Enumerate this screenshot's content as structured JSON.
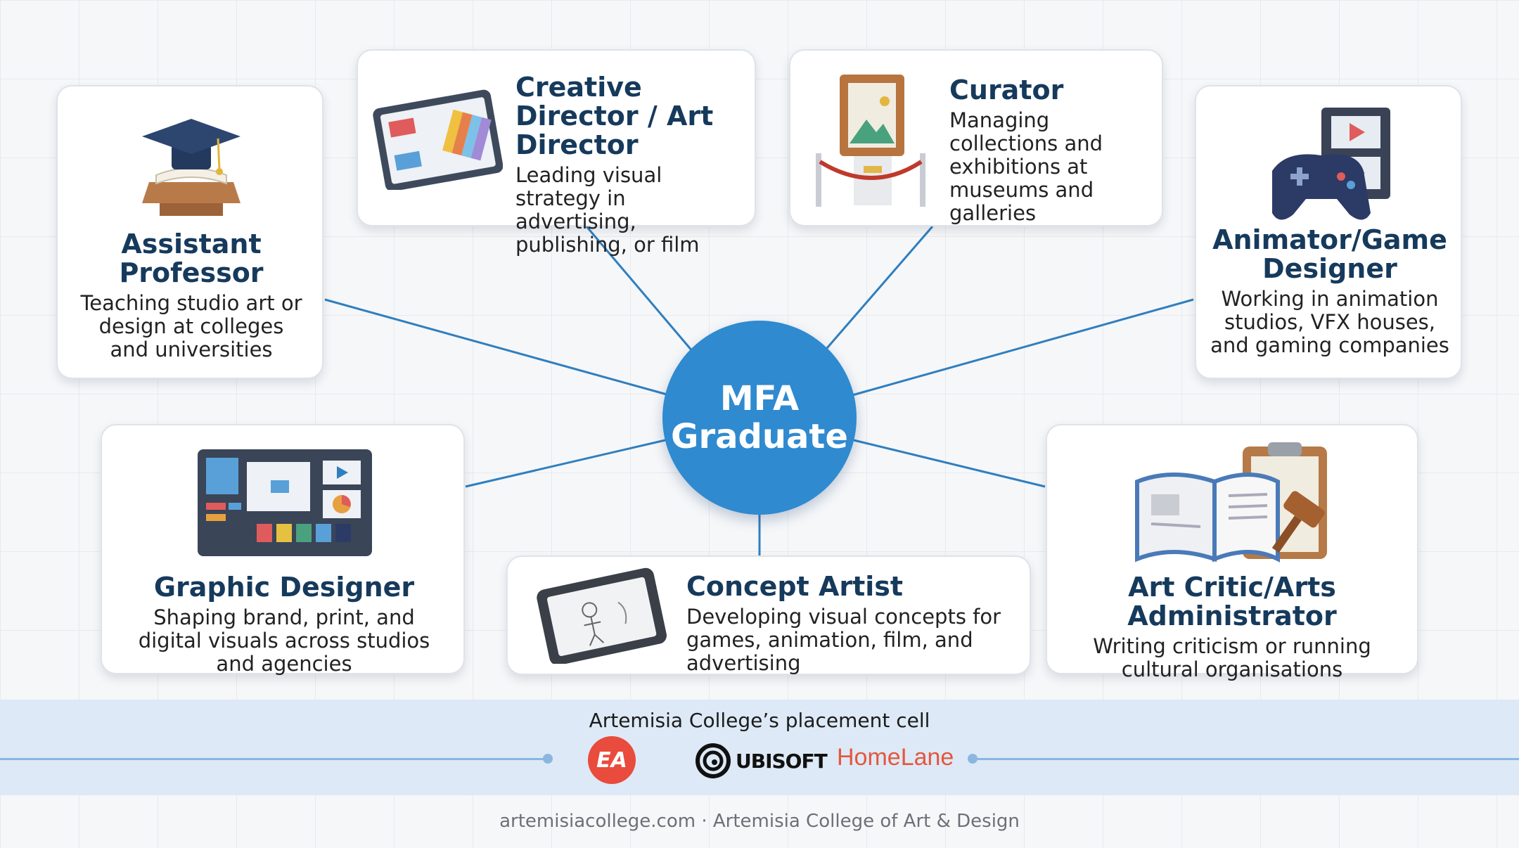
{
  "hub": {
    "line1": "MFA",
    "line2": "Graduate"
  },
  "cards": {
    "assistant_professor": {
      "title": "Assistant Professor",
      "desc": "Teaching studio art or design at colleges and universities",
      "icon": "graduation-cap-icon"
    },
    "creative_director": {
      "title": "Creative Director / Art Director",
      "desc": "Leading visual strategy in advertising, publishing, or film",
      "icon": "color-swatch-tablet-icon"
    },
    "curator": {
      "title": "Curator",
      "desc": "Managing collections and exhibitions at museums and galleries",
      "icon": "framed-painting-icon"
    },
    "animator": {
      "title": "Animator/Game Designer",
      "desc": "Working in animation studios, VFX houses, and gaming companies",
      "icon": "game-controller-film-icon"
    },
    "graphic_designer": {
      "title": "Graphic Designer",
      "desc": "Shaping brand, print, and digital visuals across studios and agencies",
      "icon": "design-dashboard-icon"
    },
    "concept_artist": {
      "title": "Concept Artist",
      "desc": "Developing visual concepts for games, animation, film, and advertising",
      "icon": "sketch-tablet-icon"
    },
    "art_critic": {
      "title": "Art Critic/Arts Administrator",
      "desc": "Writing criticism or running cultural organisations",
      "icon": "book-gavel-clipboard-icon"
    }
  },
  "placement": {
    "caption": "Artemisia College’s placement cell",
    "logos": {
      "ea": "EA",
      "ubisoft": "UBISOFT",
      "homelane": "HomeLane"
    }
  },
  "footer": {
    "text": "artemisiacollege.com · Artemisia College of Art & Design"
  },
  "colors": {
    "hub": "#2f8ad0",
    "title": "#163a5c",
    "connector": "#2f7fbf",
    "band": "#dde9f6",
    "ea": "#e94b3c",
    "homelane": "#e4573d"
  }
}
